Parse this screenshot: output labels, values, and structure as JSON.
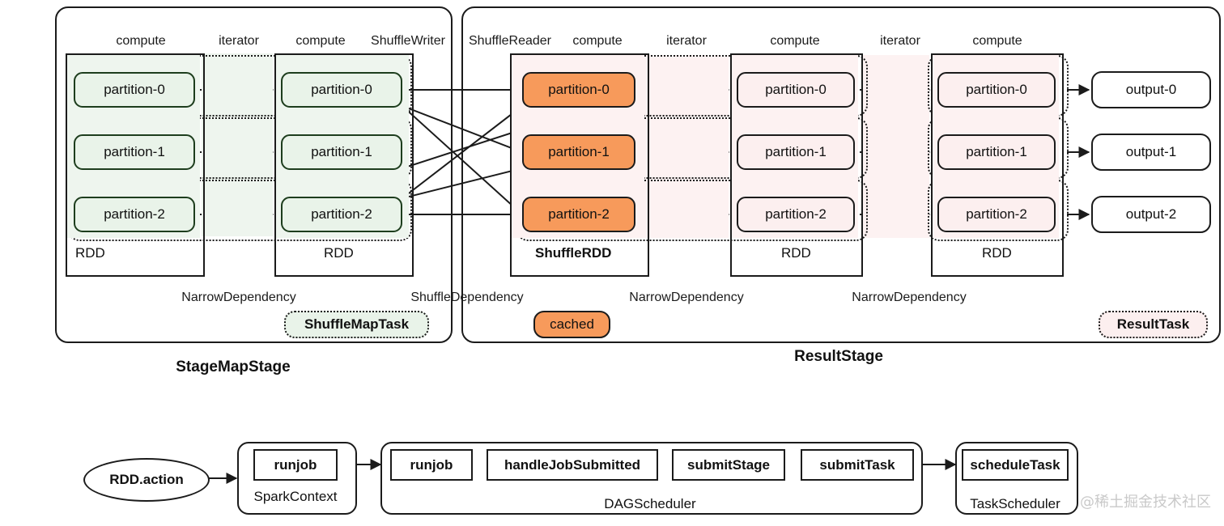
{
  "diagram": {
    "title_hidden": "Spark RDD Stage Execution and Scheduler Flow",
    "watermark": "@稀土掘金技术社区",
    "colors": {
      "green_fill": "#e9f3e9",
      "green_border": "#1d3d1d",
      "orange_fill": "#f79a5b",
      "pink_fill": "#fcefef",
      "tint_green": "#eef5ee",
      "tint_pink": "#fdf2f2",
      "stroke": "#1b1b1b"
    }
  },
  "stages": [
    {
      "id": "map-stage",
      "title": "StageMapStage"
    },
    {
      "id": "result-stage",
      "title": "ResultStage"
    }
  ],
  "column_captions": [
    {
      "id": "cap-compute-1",
      "label": "compute"
    },
    {
      "id": "cap-iterator-1",
      "label": "iterator"
    },
    {
      "id": "cap-compute-2",
      "label": "compute"
    },
    {
      "id": "cap-shufflewriter",
      "label": "ShuffleWriter"
    },
    {
      "id": "cap-shufflereader",
      "label": "ShuffleReader"
    },
    {
      "id": "cap-compute-3",
      "label": "compute"
    },
    {
      "id": "cap-iterator-2",
      "label": "iterator"
    },
    {
      "id": "cap-compute-4",
      "label": "compute"
    },
    {
      "id": "cap-iterator-3",
      "label": "iterator"
    },
    {
      "id": "cap-compute-5",
      "label": "compute"
    }
  ],
  "rdds": [
    {
      "id": "rdd-1",
      "label": "RDD",
      "partitions": [
        "partition-0",
        "partition-1",
        "partition-2"
      ],
      "style": "green"
    },
    {
      "id": "rdd-2",
      "label": "RDD",
      "partitions": [
        "partition-0",
        "partition-1",
        "partition-2"
      ],
      "style": "green"
    },
    {
      "id": "shuffle-rdd",
      "label": "ShuffleRDD",
      "partitions": [
        "partition-0",
        "partition-1",
        "partition-2"
      ],
      "style": "orange"
    },
    {
      "id": "rdd-3",
      "label": "RDD",
      "partitions": [
        "partition-0",
        "partition-1",
        "partition-2"
      ],
      "style": "pink"
    },
    {
      "id": "rdd-4",
      "label": "RDD",
      "partitions": [
        "partition-0",
        "partition-1",
        "partition-2"
      ],
      "style": "pink"
    }
  ],
  "outputs": [
    {
      "id": "output-0",
      "label": "output-0"
    },
    {
      "id": "output-1",
      "label": "output-1"
    },
    {
      "id": "output-2",
      "label": "output-2"
    }
  ],
  "dependencies": [
    {
      "id": "dep-narrow-1",
      "label": "NarrowDependency"
    },
    {
      "id": "dep-shuffle",
      "label": "ShuffleDependency"
    },
    {
      "id": "dep-narrow-2",
      "label": "NarrowDependency"
    },
    {
      "id": "dep-narrow-3",
      "label": "NarrowDependency"
    }
  ],
  "badges": [
    {
      "id": "badge-shufflemaptask",
      "label": "ShuffleMapTask"
    },
    {
      "id": "badge-cached",
      "label": "cached"
    },
    {
      "id": "badge-resulttask",
      "label": "ResultTask"
    }
  ],
  "flow": {
    "trigger": {
      "id": "rdd-action",
      "label": "RDD.action"
    },
    "components": [
      {
        "id": "spark-context",
        "name": "SparkContext",
        "methods": [
          {
            "id": "sc-runjob",
            "label": "runjob"
          }
        ]
      },
      {
        "id": "dag-scheduler",
        "name": "DAGScheduler",
        "methods": [
          {
            "id": "dag-runjob",
            "label": "runjob"
          },
          {
            "id": "dag-handlejobsubmitted",
            "label": "handleJobSubmitted"
          },
          {
            "id": "dag-submitstage",
            "label": "submitStage"
          },
          {
            "id": "dag-submittask",
            "label": "submitTask"
          }
        ]
      },
      {
        "id": "task-scheduler",
        "name": "TaskScheduler",
        "methods": [
          {
            "id": "ts-scheduletask",
            "label": "scheduleTask"
          }
        ]
      }
    ]
  }
}
